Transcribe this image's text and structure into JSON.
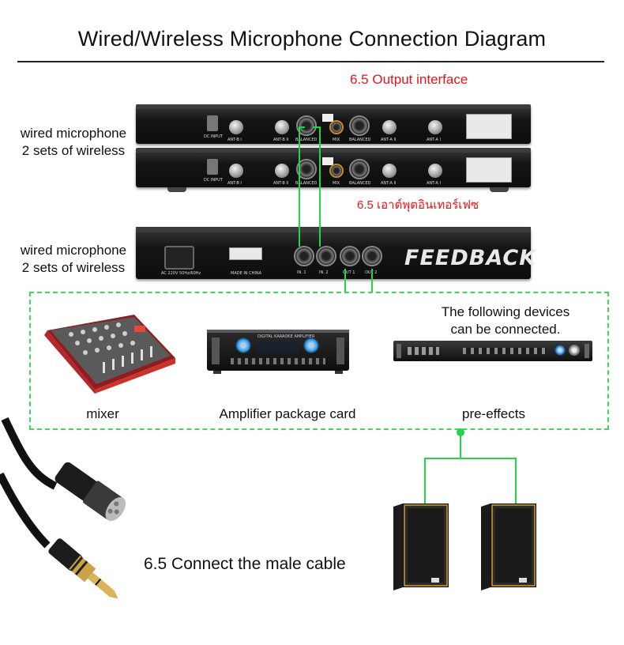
{
  "title": "Wired/Wireless Microphone Connection Diagram",
  "labels": {
    "output_interface": "6.5 Output interface",
    "output_interface_thai": "6.5 เอาต์พุตอินเทอร์เฟซ",
    "top_units_line1": "wired microphone",
    "top_units_line2": "2 sets of wireless",
    "feedback_unit_line1": "wired microphone",
    "feedback_unit_line2": "2 sets of wireless",
    "connectable_line1": "The following devices",
    "connectable_line2": "can be connected.",
    "mixer": "mixer",
    "amplifier": "Amplifier package card",
    "pre_effects": "pre-effects",
    "cable": "6.5 Connect the male cable"
  },
  "panel_text": {
    "feedback_logo": "FEEDBACK",
    "dc_input": "DC INPUT",
    "ant_b1": "ANT-B I",
    "ant_b2": "ANT-B II",
    "balanced_1": "BALANCED",
    "mix": "MIX",
    "balanced_2": "BALANCED",
    "ant_a2": "ANT-A II",
    "ant_a1": "ANT-A I",
    "in1": "IN. 1",
    "in2": "IN. 2",
    "out1": "OUT 1",
    "out2": "OUT 2",
    "made_in_china": "MADE IN CHINA",
    "ac_label": "AC 220V 50Hz/60Hz",
    "amp_display": "DIGITAL KARAOKE AMPLIFIER"
  },
  "colors": {
    "connection_line": "#21d448",
    "dashed_box": "#3bdc5a",
    "highlight_text": "#e8141a",
    "mixer_body": "#b3262b",
    "speaker_trim": "#d79a24",
    "cable_gold": "#c9a24a"
  }
}
